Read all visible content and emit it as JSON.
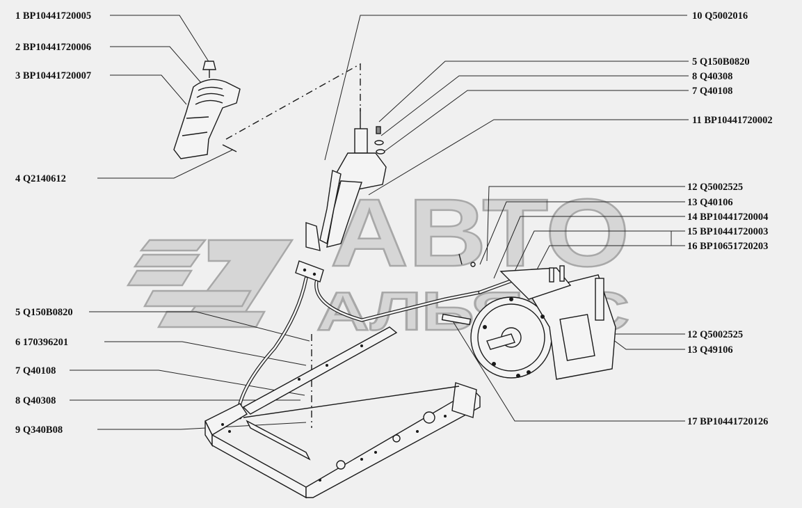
{
  "watermark": {
    "line1": "АВТО",
    "line2": "АЛЬЯНС"
  },
  "callouts_left": [
    {
      "label": "1 BP10441720005"
    },
    {
      "label": "2 BP10441720006"
    },
    {
      "label": "3 BP10441720007"
    },
    {
      "label": "4 Q2140612"
    },
    {
      "label": "5 Q150B0820"
    },
    {
      "label": "6 170396201"
    },
    {
      "label": "7 Q40108"
    },
    {
      "label": "8 Q40308"
    },
    {
      "label": "9 Q340B08"
    }
  ],
  "callouts_right": [
    {
      "label": "10 Q5002016"
    },
    {
      "label": "5 Q150B0820"
    },
    {
      "label": "8 Q40308"
    },
    {
      "label": "7 Q40108"
    },
    {
      "label": "11 BP10441720002"
    },
    {
      "label": "12 Q5002525"
    },
    {
      "label": "13 Q40106"
    },
    {
      "label": "14 BP10441720004"
    },
    {
      "label": "15 BP10441720003"
    },
    {
      "label": "16 BP10651720203"
    },
    {
      "label": "12 Q5002525"
    },
    {
      "label": "13 Q49106"
    },
    {
      "label": "17 BP10441720126"
    }
  ]
}
